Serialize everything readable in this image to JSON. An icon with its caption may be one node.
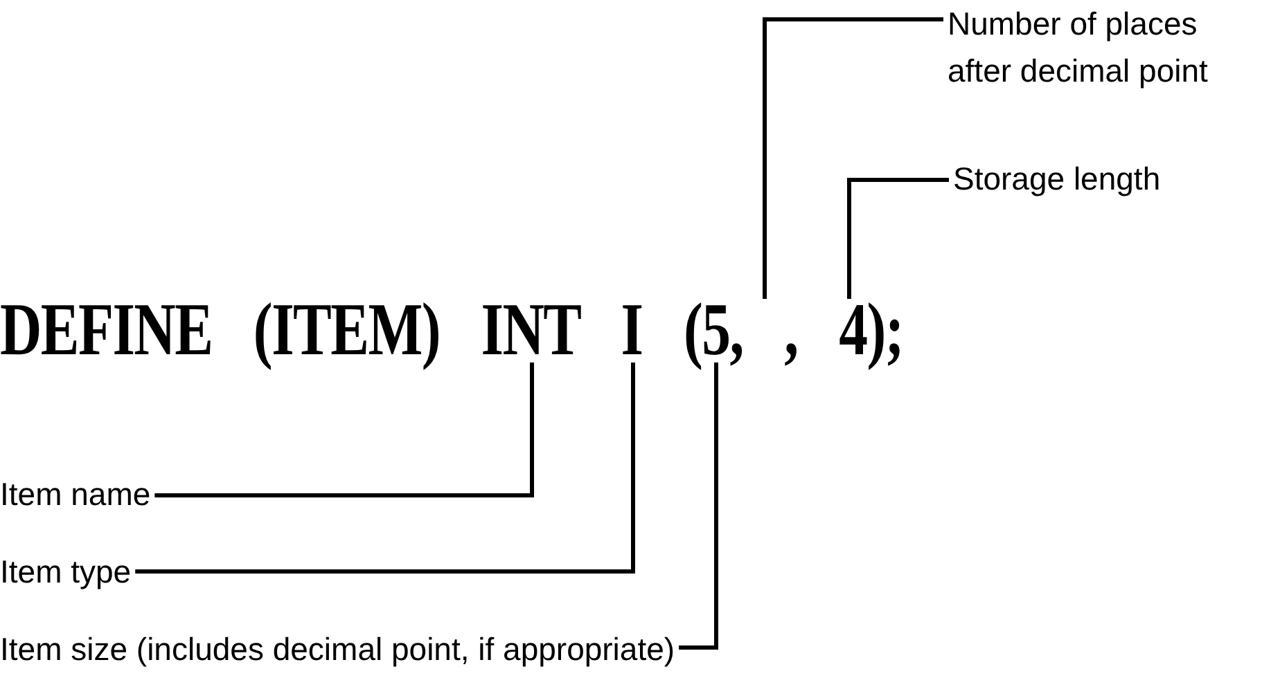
{
  "diagram": {
    "nodes": [
      {
        "text": [
          "Number of places after decimal point"
        ]
      },
      {
        "text": [
          "Storage length"
        ]
      },
      {
        "text": [
          "DEFINE (ITEM) INT I (5, , 4);"
        ]
      },
      {
        "text": [
          "Item name"
        ]
      },
      {
        "text": [
          "Item type"
        ]
      },
      {
        "text": [
          "Item size (includes decimal point, if appropriate)"
        ]
      }
    ],
    "edges": [
      {
        "from": 0,
        "to": 2,
        "arrow": "none"
      },
      {
        "from": 1,
        "to": 2,
        "arrow": "none"
      },
      {
        "from": 3,
        "to": 2,
        "arrow": "none"
      },
      {
        "from": 4,
        "to": 2,
        "arrow": "none"
      },
      {
        "from": 5,
        "to": 2,
        "arrow": "none"
      }
    ]
  }
}
